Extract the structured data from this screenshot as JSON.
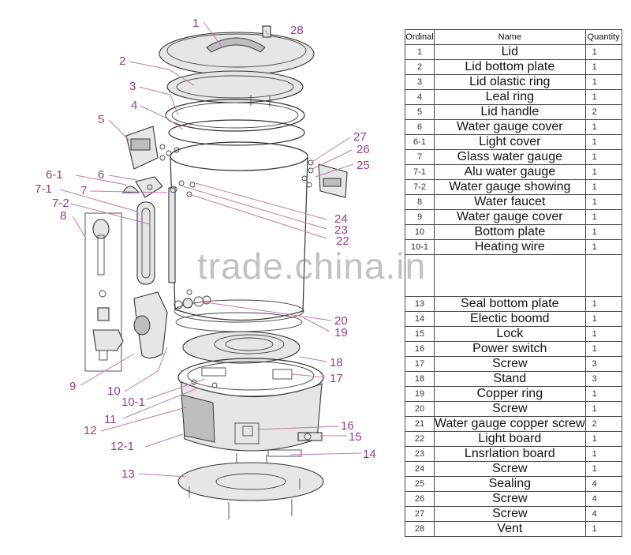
{
  "table": {
    "headers": {
      "ordinal": "Ordinal",
      "name": "Name",
      "quantity": "Quantity"
    },
    "rows_top": [
      {
        "ordinal": "1",
        "name": "Lid",
        "quantity": "1"
      },
      {
        "ordinal": "2",
        "name": "Lid bottom plate",
        "quantity": "1"
      },
      {
        "ordinal": "3",
        "name": "Lid olastic ring",
        "quantity": "1"
      },
      {
        "ordinal": "4",
        "name": "Leal ring",
        "quantity": "1"
      },
      {
        "ordinal": "5",
        "name": "Lid handle",
        "quantity": "2"
      },
      {
        "ordinal": "6",
        "name": "Water gauge cover",
        "quantity": "1"
      },
      {
        "ordinal": "6-1",
        "name": "Light cover",
        "quantity": "1"
      },
      {
        "ordinal": "7",
        "name": "Glass water gauge",
        "quantity": "1"
      },
      {
        "ordinal": "7-1",
        "name": "Alu water gauge",
        "quantity": "1"
      },
      {
        "ordinal": "7-2",
        "name": "Water gauge showing",
        "quantity": "1"
      },
      {
        "ordinal": "8",
        "name": "Water faucet",
        "quantity": "1"
      },
      {
        "ordinal": "9",
        "name": "Water gauge cover",
        "quantity": "1"
      },
      {
        "ordinal": "10",
        "name": "Bottom plate",
        "quantity": "1"
      },
      {
        "ordinal": "10-1",
        "name": "Heating wire",
        "quantity": "1"
      }
    ],
    "rows_bottom": [
      {
        "ordinal": "13",
        "name": "Seal bottom plate",
        "quantity": "1"
      },
      {
        "ordinal": "14",
        "name": "Electic boomd",
        "quantity": "1"
      },
      {
        "ordinal": "15",
        "name": "Lock",
        "quantity": "1"
      },
      {
        "ordinal": "16",
        "name": "Power switch",
        "quantity": "1"
      },
      {
        "ordinal": "17",
        "name": "Screw",
        "quantity": "3"
      },
      {
        "ordinal": "18",
        "name": "Stand",
        "quantity": "3"
      },
      {
        "ordinal": "19",
        "name": "Copper ring",
        "quantity": "1"
      },
      {
        "ordinal": "20",
        "name": "Screw",
        "quantity": "1"
      },
      {
        "ordinal": "21",
        "name": "Water gauge copper screw",
        "quantity": "2"
      },
      {
        "ordinal": "22",
        "name": "Light board",
        "quantity": "1"
      },
      {
        "ordinal": "23",
        "name": "Lnsrlation board",
        "quantity": "1"
      },
      {
        "ordinal": "24",
        "name": "Screw",
        "quantity": "1"
      },
      {
        "ordinal": "25",
        "name": "Sealing",
        "quantity": "4"
      },
      {
        "ordinal": "26",
        "name": "Screw",
        "quantity": "4"
      },
      {
        "ordinal": "27",
        "name": "Screw",
        "quantity": "4"
      },
      {
        "ordinal": "28",
        "name": "Vent",
        "quantity": "1"
      }
    ]
  },
  "watermark": "trade.china.in",
  "callouts": {
    "c1": "1",
    "c2": "2",
    "c3": "3",
    "c4": "4",
    "c5": "5",
    "c6_1": "6-1",
    "c6": "6",
    "c7_1": "7-1",
    "c7": "7",
    "c7_2": "7-2",
    "c8": "8",
    "c9": "9",
    "c10": "10",
    "c10_1": "10-1",
    "c11": "11",
    "c12": "12",
    "c12_1": "12-1",
    "c13": "13",
    "c14": "14",
    "c15": "15",
    "c16": "16",
    "c17": "17",
    "c18": "18",
    "c19": "19",
    "c20": "20",
    "c22": "22",
    "c23": "23",
    "c24": "24",
    "c25": "25",
    "c26": "26",
    "c27": "27",
    "c28": "28"
  },
  "colors": {
    "callout": "#9a3b8c",
    "leader": "#c07ab3",
    "line": "#333333"
  }
}
